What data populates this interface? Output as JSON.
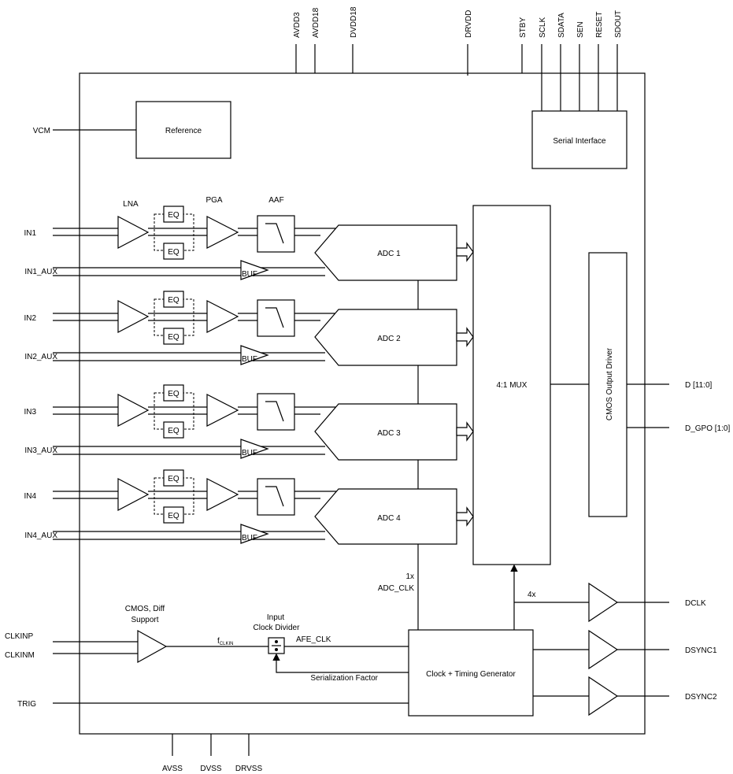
{
  "top_pins": [
    "AVDD3",
    "AVDD18",
    "DVDD18",
    "DRVDD",
    "STBY",
    "SCLK",
    "SDATA",
    "SEN",
    "RESET",
    "SDOUT"
  ],
  "bottom_pins": [
    "AVSS",
    "DVSS",
    "DRVSS"
  ],
  "left_pins": {
    "vcm": "VCM",
    "channels": [
      {
        "in": "IN1",
        "aux": "IN1_AUX",
        "adc": "ADC 1"
      },
      {
        "in": "IN2",
        "aux": "IN2_AUX",
        "adc": "ADC 2"
      },
      {
        "in": "IN3",
        "aux": "IN3_AUX",
        "adc": "ADC 3"
      },
      {
        "in": "IN4",
        "aux": "IN4_AUX",
        "adc": "ADC 4"
      }
    ],
    "clkinp": "CLKINP",
    "clkinm": "CLKINM",
    "trig": "TRIG"
  },
  "right_pins": {
    "d": "D [11:0]",
    "d_gpo": "D_GPO [1:0]",
    "dclk": "DCLK",
    "dsync1": "DSYNC1",
    "dsync2": "DSYNC2"
  },
  "blocks": {
    "reference": "Reference",
    "serial": "Serial Interface",
    "mux": "4:1 MUX",
    "cmos_driver": "CMOS Output Driver",
    "clock_gen": "Clock + Timing Generator",
    "eq": "EQ",
    "buf": "BUF"
  },
  "labels": {
    "lna": "LNA",
    "pga": "PGA",
    "aaf": "AAF",
    "adc_clk_1": "1x",
    "adc_clk_2": "ADC_CLK",
    "x4": "4x",
    "cmos_diff_1": "CMOS, Diff",
    "cmos_diff_2": "Support",
    "input_div_1": "Input",
    "input_div_2": "Clock Divider",
    "fclkin_f": "f",
    "fclkin_sub": "CLKIN",
    "afe_clk": "AFE_CLK",
    "serialization": "Serialization Factor"
  }
}
